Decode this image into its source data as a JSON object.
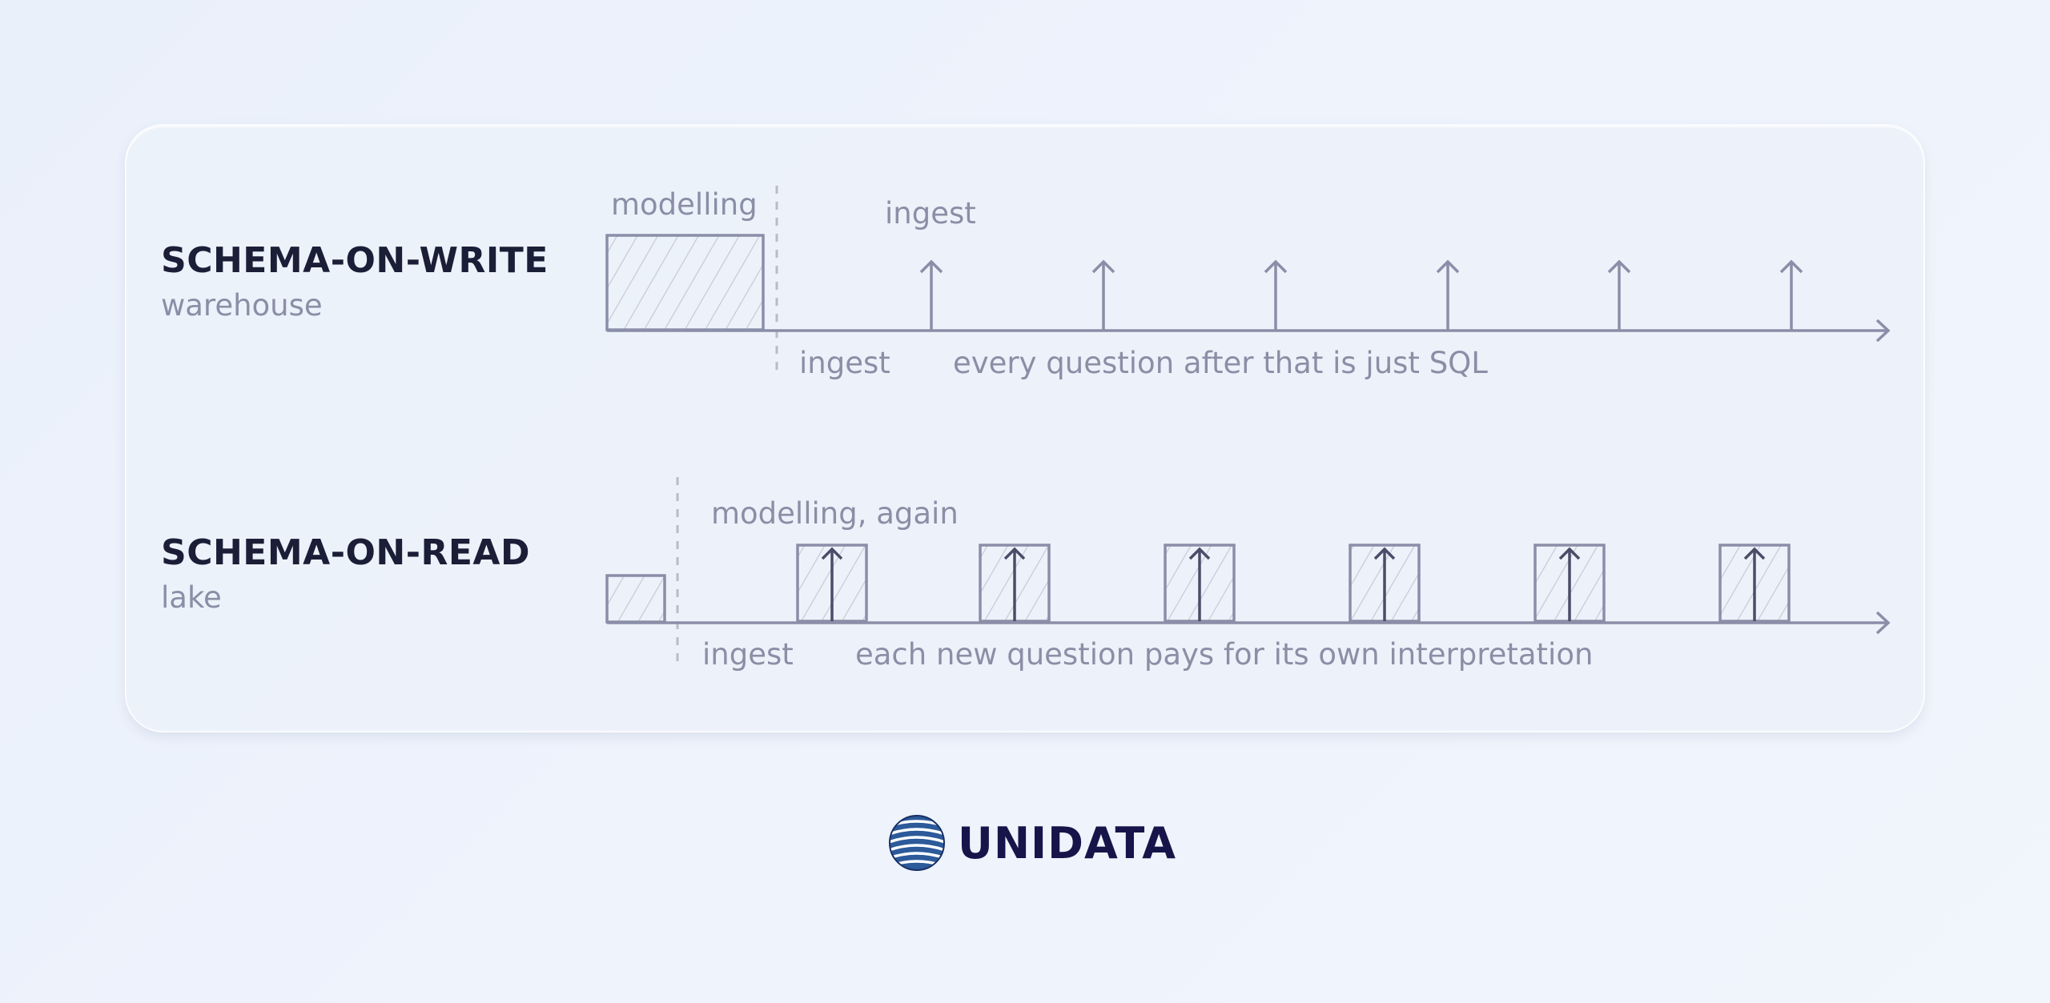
{
  "rows": {
    "write": {
      "title": "SCHEMA-ON-WRITE",
      "subtitle": "warehouse",
      "modelling_label": "modelling",
      "top_ingest_label": "ingest",
      "ingest_label": "ingest",
      "caption": "every question after that is just SQL"
    },
    "read": {
      "title": "SCHEMA-ON-READ",
      "subtitle": "lake",
      "modelling_label": "modelling, again",
      "ingest_label": "ingest",
      "caption": "each new question pays for its own interpretation"
    }
  },
  "logo": {
    "wordmark": "UNIDATA",
    "icon": "globe-icon"
  },
  "colors": {
    "background": "#eef3fc",
    "line": "#8a8ea8",
    "dashed": "#b8bccb",
    "title": "#1a1e36",
    "label": "#8a8fa6",
    "logo": "#16154a"
  }
}
